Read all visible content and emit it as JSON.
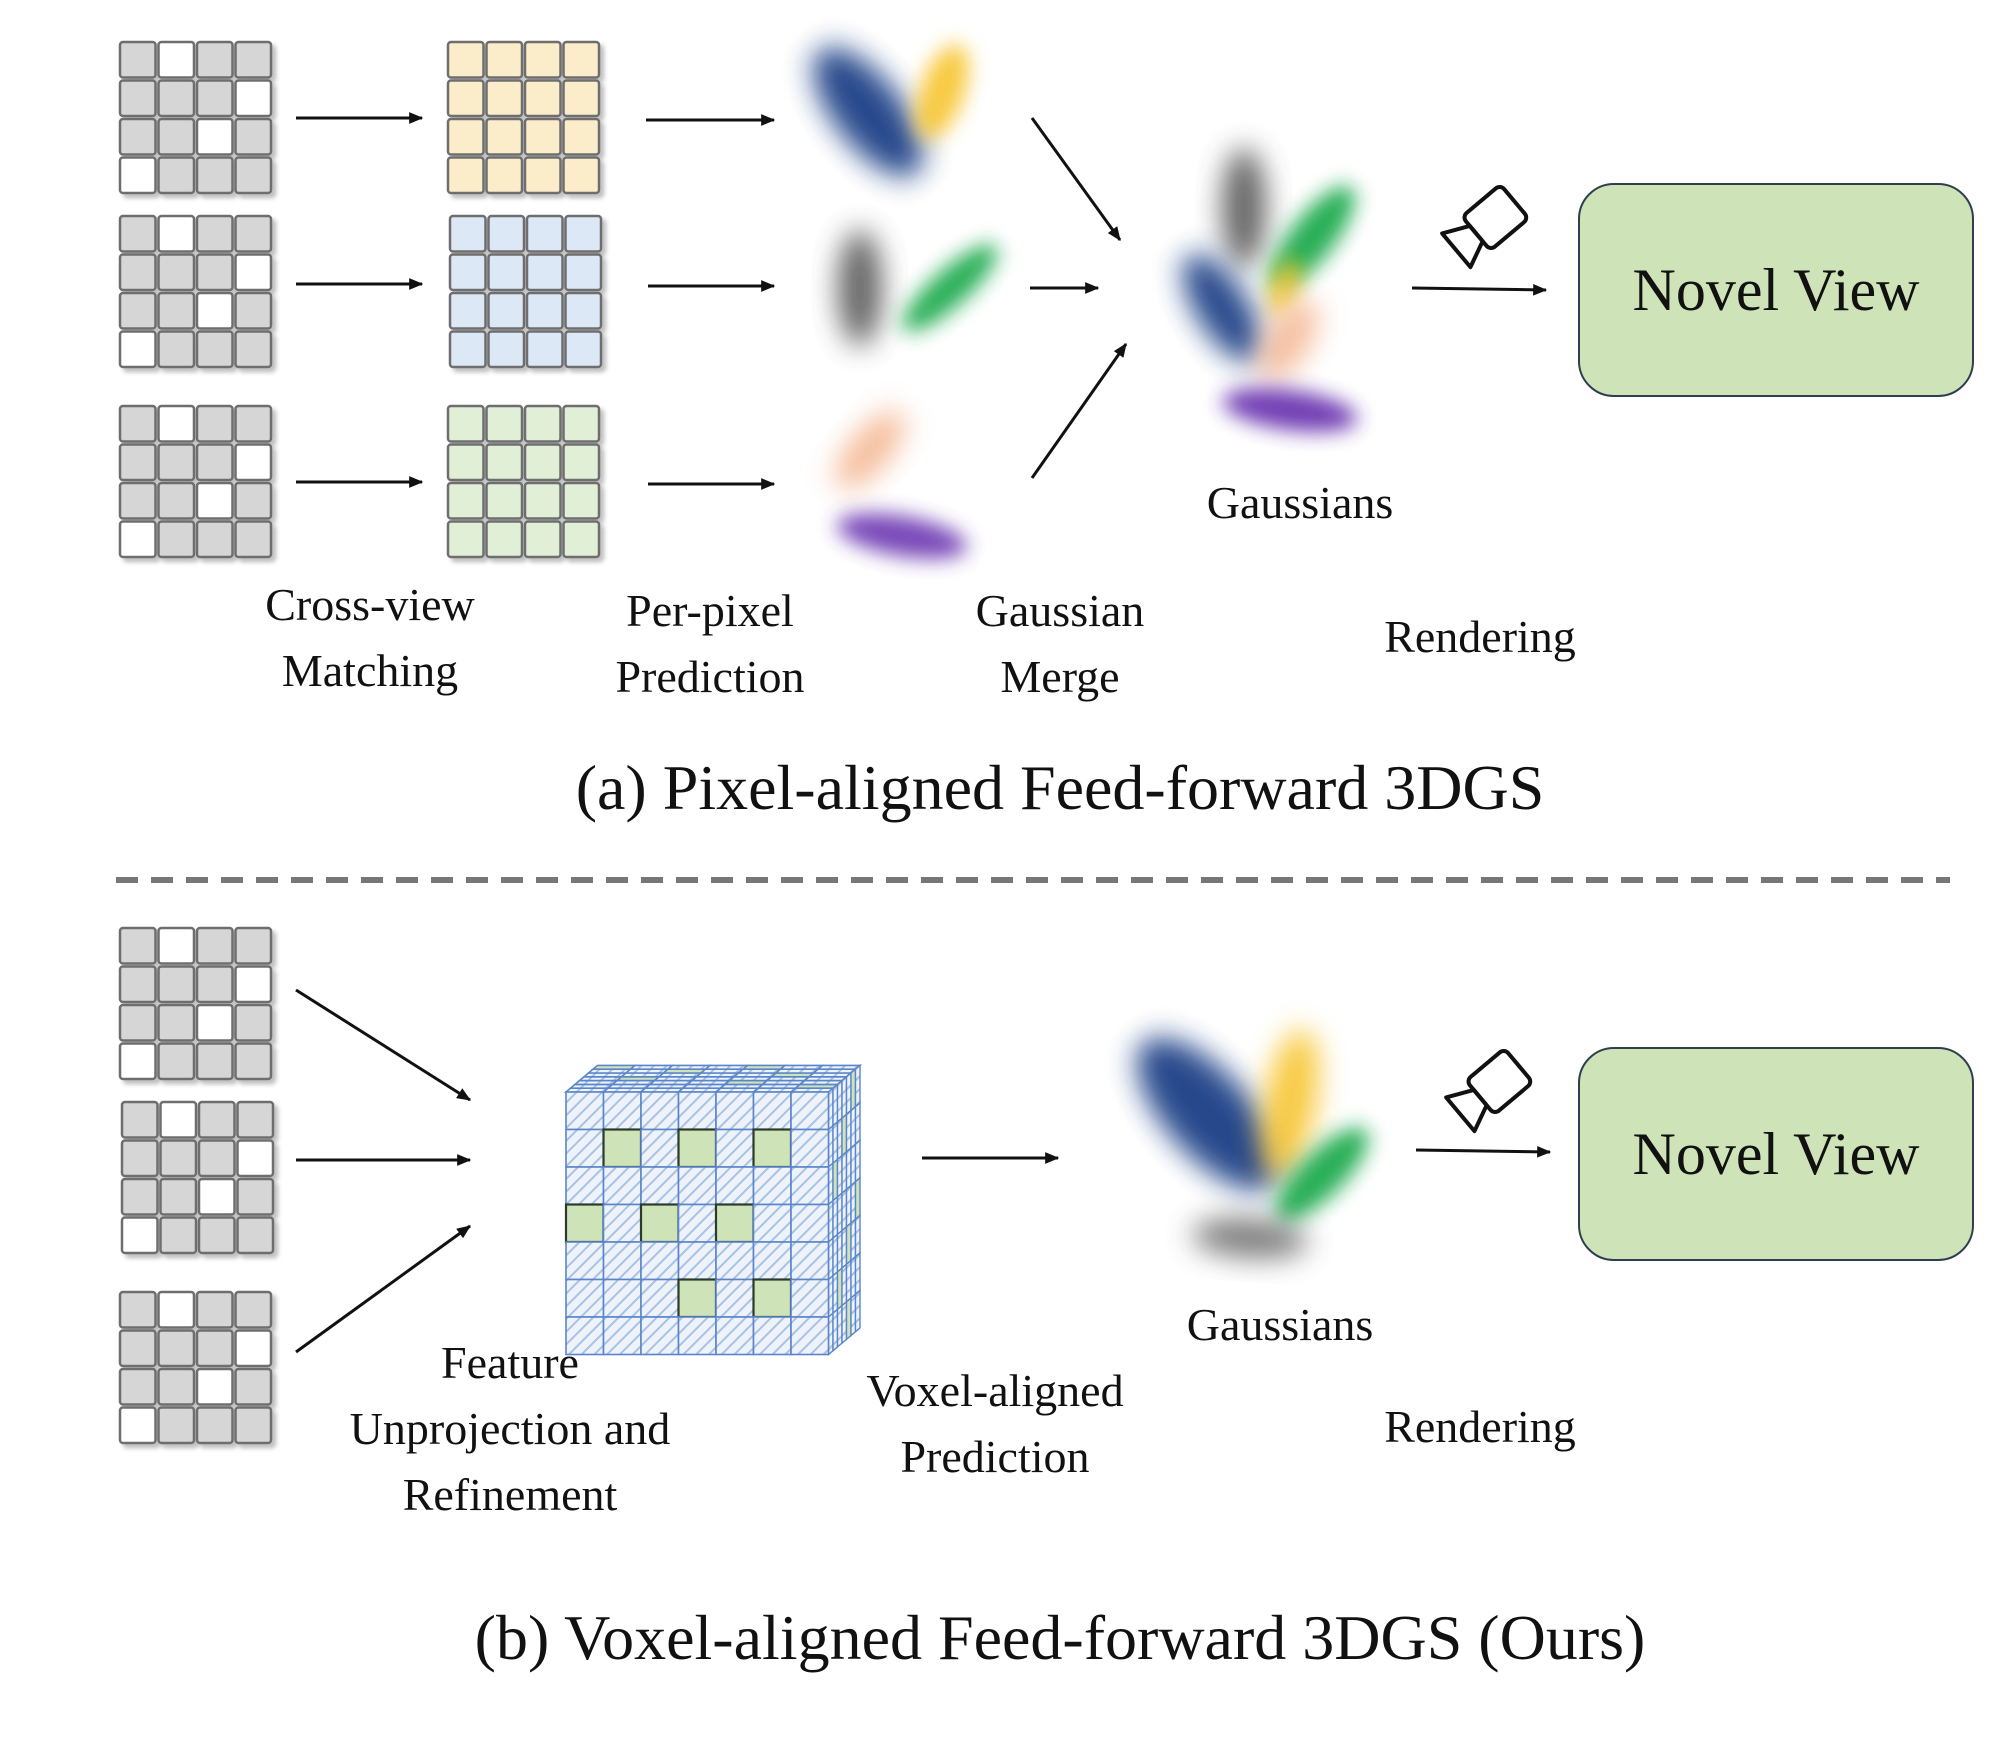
{
  "colors": {
    "grid_gray": "#d6d6d6",
    "grid_white": "#ffffff",
    "grid_stroke": "#6e6e6e",
    "feat_yellow": "#fbedca",
    "feat_blue": "#dce8f6",
    "feat_green": "#e2efd7",
    "voxel_green": "#cfe3b9",
    "voxel_hatch": "#a9c2e4",
    "voxel_line": "#5b85c9",
    "box_fill": "#cfe3b9",
    "box_stroke": "#2f3f4f",
    "gauss_navy": "#1f3f86",
    "gauss_yellow": "#f7c52e",
    "gauss_gray": "#4a4a4a",
    "gauss_green": "#1aaa4e",
    "gauss_peach": "#f4b48e",
    "gauss_purple": "#6a36b0",
    "divider": "#777777"
  },
  "top": {
    "labels": {
      "cross_view": [
        "Cross-view",
        "Matching"
      ],
      "per_pixel": [
        "Per-pixel",
        "Prediction"
      ],
      "merge": [
        "Gaussian",
        "Merge"
      ],
      "gaussians": "Gaussians",
      "rendering": "Rendering"
    },
    "novel_view": "Novel View",
    "caption": "(a) Pixel-aligned Feed-forward 3DGS"
  },
  "bottom": {
    "labels": {
      "unprojection": [
        "Feature",
        "Unprojection and",
        "Refinement"
      ],
      "voxel_pred": [
        "Voxel-aligned",
        "Prediction"
      ],
      "gaussians": "Gaussians",
      "rendering": "Rendering"
    },
    "novel_view": "Novel View",
    "caption": "(b) Voxel-aligned Feed-forward 3DGS (Ours)"
  },
  "icons": [
    "camera-icon",
    "camera-icon"
  ]
}
